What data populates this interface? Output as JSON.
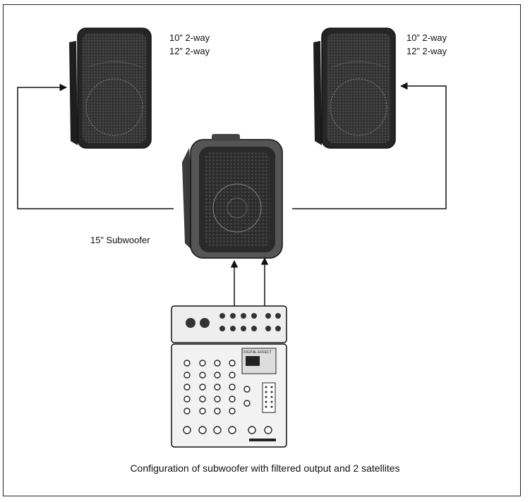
{
  "diagram": {
    "satellite_left": {
      "line1": "10”  2-way",
      "line2": "12”  2-way"
    },
    "satellite_right": {
      "line1": "10”  2-way",
      "line2": "12”  2-way"
    },
    "subwoofer_label": "15”  Subwoofer",
    "mixer_display_text": "DIGITAL EFFECT",
    "caption": "Configuration of subwoofer with filtered output and 2 satellites"
  },
  "colors": {
    "cabinet": "#2a2a2a",
    "grille": "#3d3d3d",
    "mixer_panel": "#f2f2f2",
    "line": "#111111"
  },
  "icons": [
    "speaker-cabinet-icon",
    "mixer-console-icon",
    "arrow-icon"
  ]
}
